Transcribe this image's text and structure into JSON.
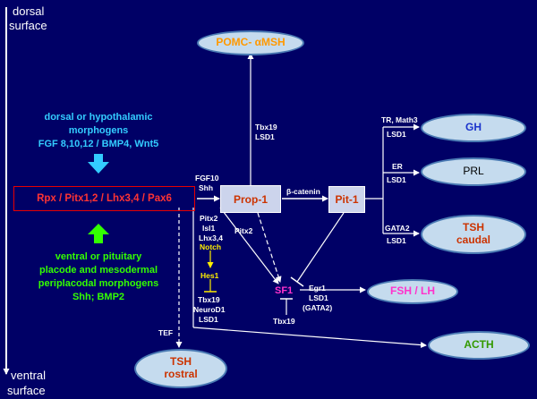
{
  "axis": {
    "top_label_1": "dorsal",
    "top_label_2": "surface",
    "bottom_label_1": "ventral",
    "bottom_label_2": "surface"
  },
  "dorsal_morphogens": {
    "line1": "dorsal or hypothalamic",
    "line2": "morphogens",
    "line3": "FGF 8,10,12 / BMP4, Wnt5"
  },
  "ventral_morphogens": {
    "line1": "ventral or pituitary",
    "line2": "placode and mesodermal",
    "line3": "periplacodal morphogens",
    "line4": "Shh; BMP2"
  },
  "transcription_factors": "Rpx / Pitx1,2 / Lhx3,4 / Pax6",
  "nodes": {
    "pomc": "POMC- αMSH",
    "prop1": "Prop-1",
    "pit1": "Pit-1",
    "gh": "GH",
    "prl": "PRL",
    "tsh_caudal_1": "TSH",
    "tsh_caudal_2": "caudal",
    "fsh_lh": "FSH / LH",
    "acth": "ACTH",
    "tsh_rostral_1": "TSH",
    "tsh_rostral_2": "rostral",
    "sf1": "SF1"
  },
  "edge_labels": {
    "fgf10": "FGF10",
    "shh": "Shh",
    "tbx19_top": "Tbx19",
    "lsd1_top": "LSD1",
    "beta_catenin": "β-catenin",
    "pitx2_diag": "Pitx2",
    "tr_math3": "TR, Math3",
    "lsd1_gh": "LSD1",
    "er": "ER",
    "lsd1_prl": "LSD1",
    "gata2": "GATA2",
    "lsd1_tsh": "LSD1",
    "egr1": "Egr1",
    "lsd1_fsh": "LSD1",
    "gata2_paren": "(GATA2)",
    "tbx19_sf1": "Tbx19",
    "tef": "TEF"
  },
  "lineage_factors": {
    "pitx2": "Pitx2",
    "isl1": "Isl1",
    "lhx34": "Lhx3,4",
    "notch": "Notch",
    "hes1": "Hes1",
    "tbx19": "Tbx19",
    "neurod1": "NeuroD1",
    "lsd1": "LSD1"
  },
  "colors": {
    "background": "#000066",
    "cyan": "#33ccff",
    "green": "#33ff00",
    "red": "#ff3333",
    "yellow": "#ffee00",
    "magenta": "#ff33cc",
    "pomc_orange": "#ff9900",
    "gh_blue": "#1a33cc",
    "acth_green": "#339900",
    "oval_fill": "#c5dbee"
  }
}
